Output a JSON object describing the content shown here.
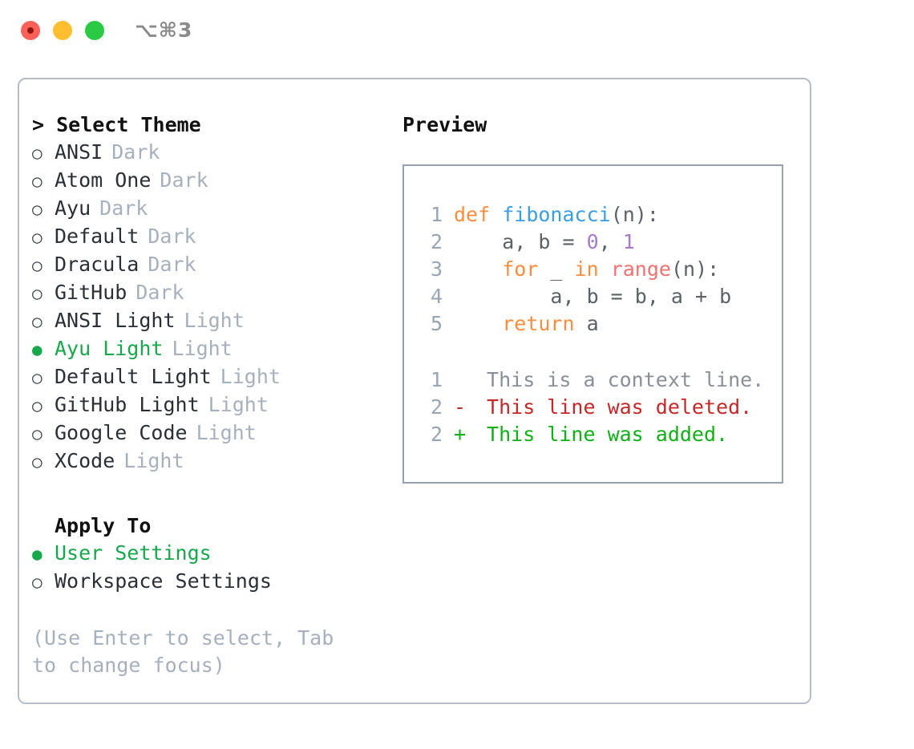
{
  "titlebar": {
    "shortcut": "⌥⌘3",
    "buttons": [
      {
        "name": "close",
        "color": "#FF6158"
      },
      {
        "name": "minimize",
        "color": "#FFBE2F"
      },
      {
        "name": "maximize",
        "color": "#2ACB42"
      }
    ]
  },
  "theme_picker": {
    "header": "> Select Theme",
    "items": [
      {
        "marker": "○",
        "name": "ANSI",
        "variant": "Dark",
        "selected": false
      },
      {
        "marker": "○",
        "name": "Atom One",
        "variant": "Dark",
        "selected": false
      },
      {
        "marker": "○",
        "name": "Ayu",
        "variant": "Dark",
        "selected": false
      },
      {
        "marker": "○",
        "name": "Default",
        "variant": "Dark",
        "selected": false
      },
      {
        "marker": "○",
        "name": "Dracula",
        "variant": "Dark",
        "selected": false
      },
      {
        "marker": "○",
        "name": "GitHub",
        "variant": "Dark",
        "selected": false
      },
      {
        "marker": "○",
        "name": "ANSI Light",
        "variant": "Light",
        "selected": false
      },
      {
        "marker": "●",
        "name": "Ayu Light",
        "variant": "Light",
        "selected": true
      },
      {
        "marker": "○",
        "name": "Default Light",
        "variant": "Light",
        "selected": false
      },
      {
        "marker": "○",
        "name": "GitHub Light",
        "variant": "Light",
        "selected": false
      },
      {
        "marker": "○",
        "name": "Google Code",
        "variant": "Light",
        "selected": false
      },
      {
        "marker": "○",
        "name": "XCode",
        "variant": "Light",
        "selected": false
      }
    ]
  },
  "apply_to": {
    "header": "Apply To",
    "items": [
      {
        "marker": "●",
        "name": "User Settings",
        "selected": true
      },
      {
        "marker": "○",
        "name": "Workspace Settings",
        "selected": false
      }
    ]
  },
  "hint": "(Use Enter to select, Tab to change focus)",
  "preview": {
    "title": "Preview",
    "code_lines": [
      {
        "num": "1",
        "tokens": [
          {
            "t": "def",
            "c": "kw"
          },
          {
            "t": " ",
            "c": "plain"
          },
          {
            "t": "fibonacci",
            "c": "fn"
          },
          {
            "t": "(n):",
            "c": "plain"
          }
        ]
      },
      {
        "num": "2",
        "tokens": [
          {
            "t": "    a, b = ",
            "c": "plain"
          },
          {
            "t": "0",
            "c": "num"
          },
          {
            "t": ", ",
            "c": "plain"
          },
          {
            "t": "1",
            "c": "num"
          }
        ]
      },
      {
        "num": "3",
        "tokens": [
          {
            "t": "    ",
            "c": "plain"
          },
          {
            "t": "for",
            "c": "kw"
          },
          {
            "t": " _ ",
            "c": "plain"
          },
          {
            "t": "in",
            "c": "kw"
          },
          {
            "t": " ",
            "c": "plain"
          },
          {
            "t": "range",
            "c": "call"
          },
          {
            "t": "(n):",
            "c": "plain"
          }
        ]
      },
      {
        "num": "4",
        "tokens": [
          {
            "t": "        a, b = b, a + b",
            "c": "plain"
          }
        ]
      },
      {
        "num": "5",
        "tokens": [
          {
            "t": "    ",
            "c": "plain"
          },
          {
            "t": "return",
            "c": "kw"
          },
          {
            "t": " a",
            "c": "plain"
          }
        ]
      }
    ],
    "diff_lines": [
      {
        "num": "1",
        "mark": " ",
        "text": " This is a context line.",
        "kind": "ctx"
      },
      {
        "num": "2",
        "mark": "-",
        "text": " This line was deleted.",
        "kind": "del"
      },
      {
        "num": "2",
        "mark": "+",
        "text": " This line was added.",
        "kind": "add"
      }
    ]
  },
  "colors": {
    "selected_green": "#16a84a",
    "muted": "#a7b0bd",
    "keyword": "#FA8D3E",
    "function": "#399EE6",
    "number": "#A37ACC",
    "call": "#F07171",
    "diff_delete": "#c62828",
    "diff_add": "#11b016",
    "panel_border": "#b6bcc8"
  }
}
